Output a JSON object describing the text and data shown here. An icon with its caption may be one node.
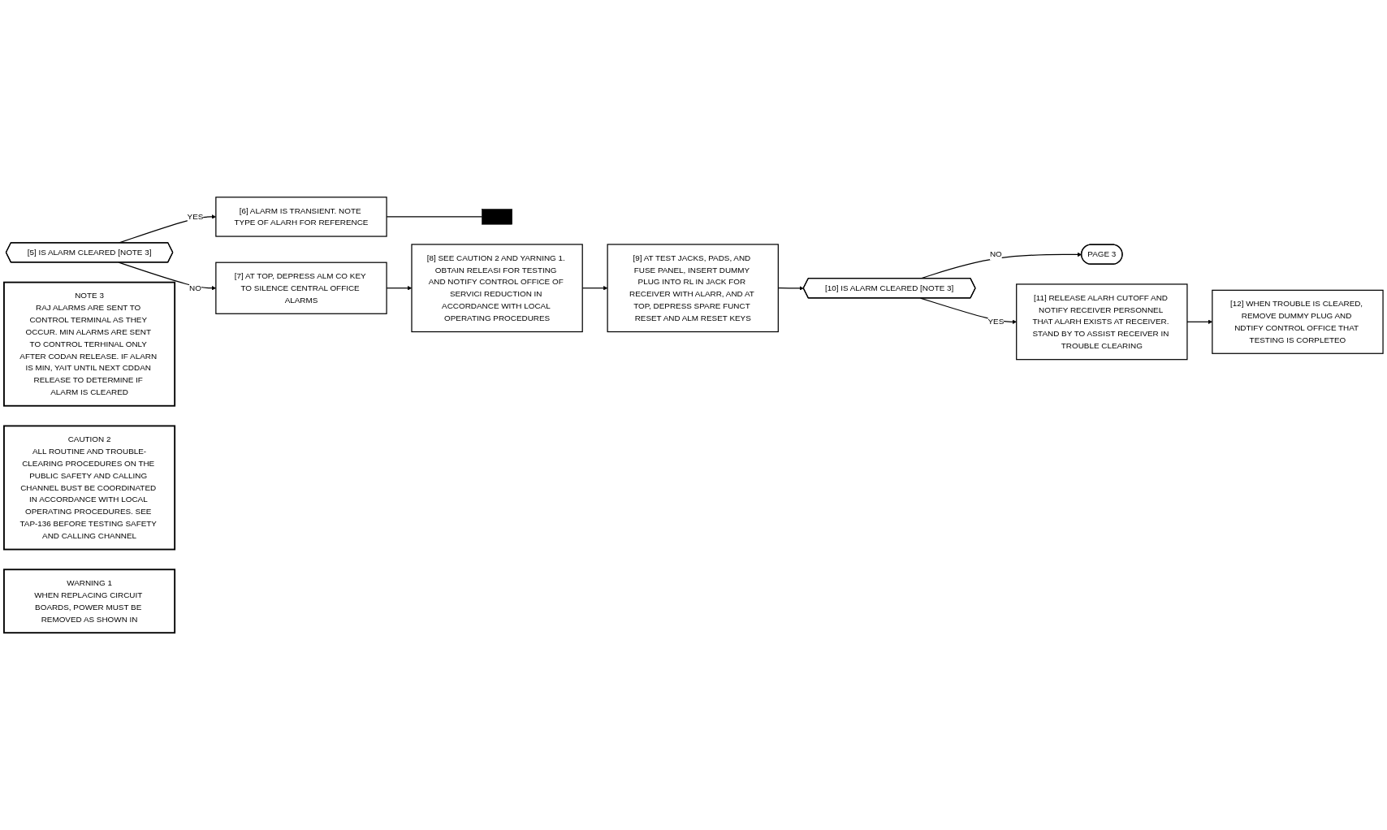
{
  "diagram": {
    "nodes": [
      {
        "text": [
          "[5] IS ALARM CLEARED [NOTE 3]"
        ]
      },
      {
        "text": [
          "[6] ALARM IS TRANSIENT. NOTE TYPE OF ALARH FOR REFERENCE"
        ]
      },
      {
        "text": [],
        "shape": "bar"
      },
      {
        "text": [
          "[7] AT TOP, DEPRESS ALM CO KEY TO SILENCE CENTRAL OFFICE ALARMS"
        ]
      },
      {
        "text": [
          "[8] SEE CAUTION 2 AND YARNING 1. OBTAIN RELEASI FOR TESTING AND NOTIFY CONTROL OFFICE OF SERVICI REDUCTION IN ACCORDANCE WITH LOCAL OPERATING PROCEDURES"
        ]
      },
      {
        "text": [
          "[9] AT TEST JACKS, PADS, AND FUSE PANEL, INSERT DUMMY PLUG INTO RL IN JACK FOR RECEIVER WITH ALARR, AND AT TOP, DEPRESS SPARE FUNCT RESET AND ALM RESET KEYS"
        ]
      },
      {
        "text": [
          "[10] IS ALARM CLEARED [NOTE 3]"
        ]
      },
      {
        "text": [
          "PAGE 3"
        ]
      },
      {
        "text": [
          "[11] RELEASE ALARH CUTOFF AND NOTIFY RECEIVER PERSONNEL THAT ALARH EXISTS AT RECEIVER. STAND BY TO ASSIST RECEIVER IN TROUBLE CLEARING"
        ]
      },
      {
        "text": [
          "[12] WHEN TROUBLE IS CLEARED, REMOVE DUMMY PLUG AND NDTIFY CONTROL OFFICE THAT TESTING IS CORPLETEO"
        ]
      },
      {
        "text": [
          "NOTE 3",
          "RAJ ALARMS ARE SENT TO CONTROL TERMINAL AS THEY OCCUR. MIN ALARMS ARE SENT TO CONTROL TERHINAL ONLY AFTER CODAN RELEASE. IF ALARN IS MIN, YAIT UNTIL NEXT CDDAN RELEASE TO DETERMINE IF ALARM IS CLEARED"
        ]
      },
      {
        "text": [
          "CAUTION 2",
          "ALL ROUTINE AND TROUBLE-CLEARING PROCEDURES ON THE PUBLIC SAFETY AND CALLING CHANNEL BUST BE COORDINATED IN ACCORDANCE WITH LOCAL OPERATING PROCEDURES. SEE TAP-136 BEFORE TESTING SAFETY AND CALLING CHANNEL"
        ]
      },
      {
        "text": [
          "WARNING 1",
          "WHEN REPLACING CIRCUIT BOARDS, POWER MUST BE REMOVED AS SHOWN IN"
        ]
      }
    ],
    "edges": [
      {
        "from": 0,
        "to": 3,
        "arrow": "to",
        "label": "NO"
      },
      {
        "from": 0,
        "to": 1,
        "arrow": "to",
        "label": "YES"
      },
      {
        "from": 1,
        "to": 2,
        "arrow": "none"
      },
      {
        "from": 3,
        "to": 4,
        "arrow": "to"
      },
      {
        "from": 4,
        "to": 5,
        "arrow": "to"
      },
      {
        "from": 5,
        "to": 6,
        "arrow": "to"
      },
      {
        "from": 6,
        "to": 7,
        "arrow": "to",
        "label": "NO"
      },
      {
        "from": 6,
        "to": 8,
        "arrow": "to",
        "label": "YES"
      },
      {
        "from": 8,
        "to": 9,
        "arrow": "to"
      }
    ]
  }
}
